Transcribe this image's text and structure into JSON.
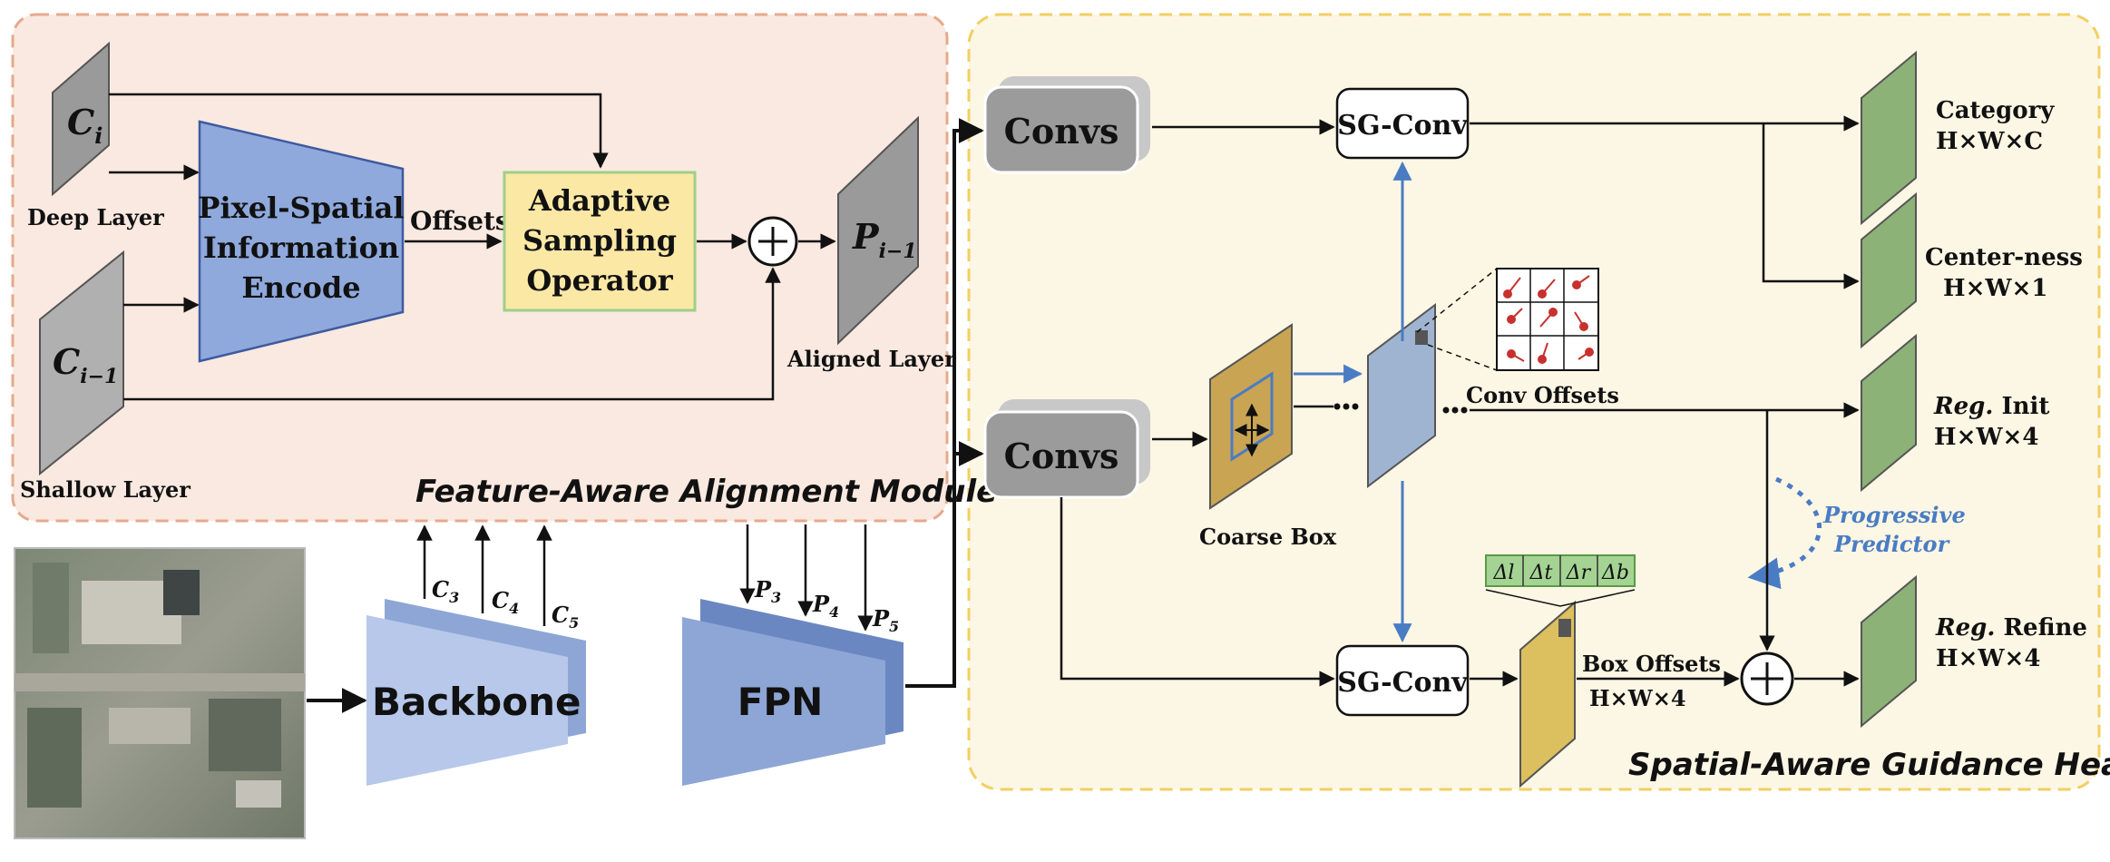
{
  "modules": {
    "left_title": "Feature-Aware Alignment Module",
    "right_title": "Spatial-Aware Guidance Head"
  },
  "layers": {
    "ci": "C",
    "ci_sub": "i",
    "ci1": "C",
    "ci1_sub": "i−1",
    "pi1": "P",
    "pi1_sub": "i−1",
    "deep": "Deep Layer",
    "shallow": "Shallow Layer",
    "aligned": "Aligned Layer"
  },
  "blocks": {
    "encode_lines": [
      "Pixel-Spatial",
      "Information",
      "Encode"
    ],
    "offsets": "Offsets",
    "sampling_lines": [
      "Adaptive",
      "Sampling",
      "Operator"
    ],
    "backbone": "Backbone",
    "fpn": "FPN",
    "convs_top": "Convs",
    "convs_bottom": "Convs",
    "sgconv_top": "SG-Conv",
    "sgconv_bottom": "SG-Conv",
    "coarse_box": "Coarse Box",
    "conv_offsets": "Conv Offsets",
    "box_offsets": "Box Offsets",
    "box_offsets_dim": "H×W×4",
    "progressive_1": "Progressive",
    "progressive_2": "Predictor"
  },
  "c_labels": [
    {
      "base": "C",
      "sub": "3"
    },
    {
      "base": "C",
      "sub": "4"
    },
    {
      "base": "C",
      "sub": "5"
    }
  ],
  "p_labels": [
    {
      "base": "P",
      "sub": "3"
    },
    {
      "base": "P",
      "sub": "4"
    },
    {
      "base": "P",
      "sub": "5"
    }
  ],
  "deltas": [
    "Δl",
    "Δt",
    "Δr",
    "Δb"
  ],
  "outputs": [
    {
      "name": "Category",
      "name_italic": "",
      "dim": "H×W×C"
    },
    {
      "name": "Center-ness",
      "name_italic": "",
      "dim": "H×W×1"
    },
    {
      "name": " Init",
      "name_italic": "Reg.",
      "dim": "H×W×4"
    },
    {
      "name": " Refine",
      "name_italic": "Reg.",
      "dim": "H×W×4"
    }
  ],
  "colors": {
    "left_bg": "#f9e9e0",
    "left_border": "#e6a98c",
    "right_bg": "#fcf6e4",
    "right_border": "#f2cf63",
    "encode": "#8fa9dc",
    "sampling": "#fbe8a5",
    "backbone": "#b7c8ea",
    "fpn": "#8ea6d6",
    "output": "#8db277",
    "coarse": "#c9a453",
    "accent_blue": "#4a7cc4"
  }
}
